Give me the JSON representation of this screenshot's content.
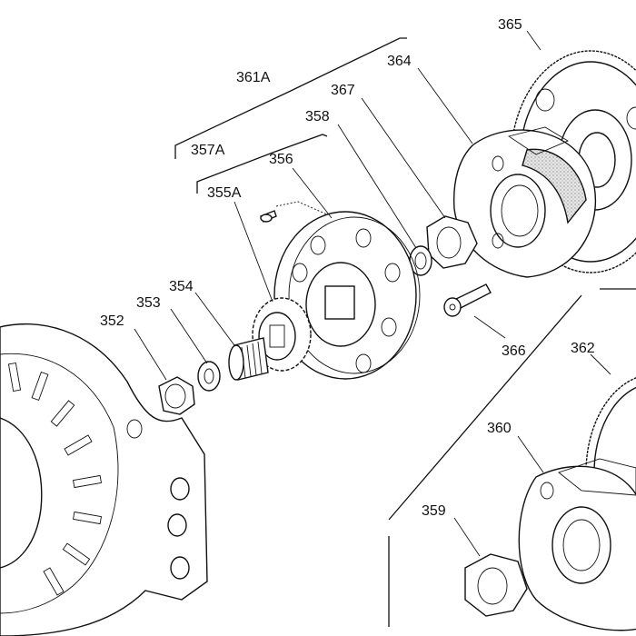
{
  "diagram": {
    "labels": {
      "l361A": "361A",
      "l365": "365",
      "l364": "364",
      "l367": "367",
      "l358": "358",
      "l357A": "357A",
      "l356": "356",
      "l355A": "355A",
      "l354": "354",
      "l353": "353",
      "l352": "352",
      "l366": "366",
      "l362": "362",
      "l360": "360",
      "l359": "359"
    },
    "colors": {
      "ink": "#111111",
      "lining": "#d9d9d9",
      "fill": "#ffffff"
    }
  }
}
